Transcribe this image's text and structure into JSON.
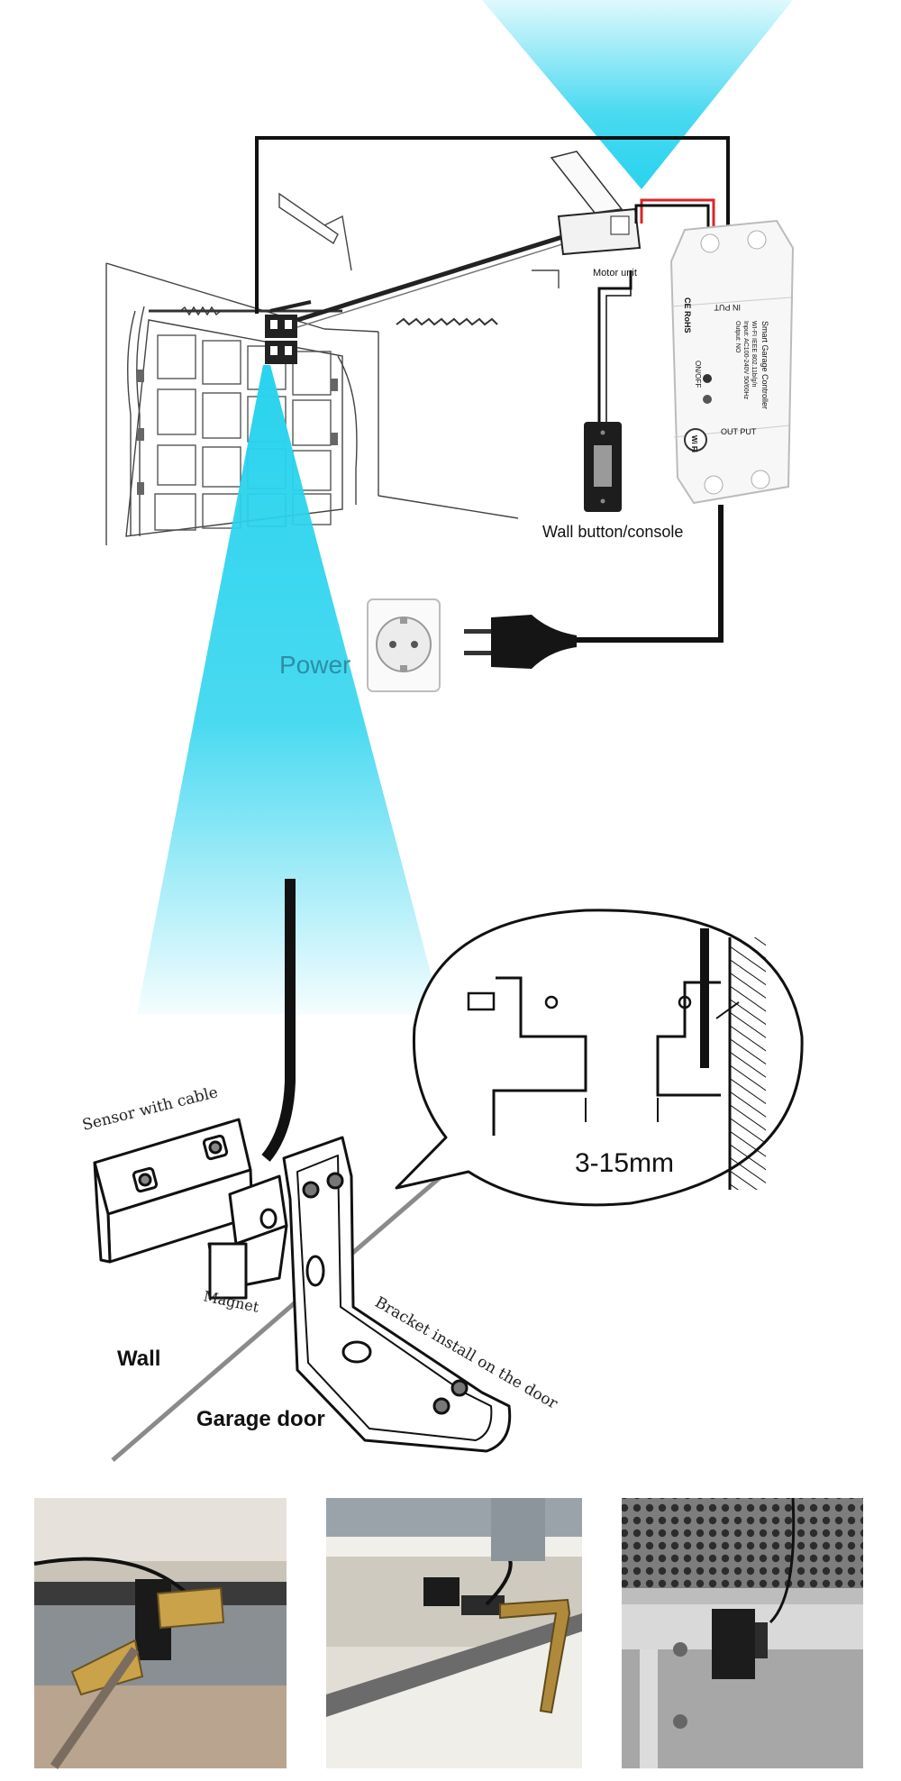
{
  "labels": {
    "motor_unit": "Motor unit",
    "wall_button": "Wall button/console",
    "power": "Power",
    "sensor_with_cable": "Sensor with cable",
    "magnet": "Magnet",
    "bracket": "Bracket install on the door",
    "wall": "Wall",
    "garage_door": "Garage door",
    "gap": "3-15mm"
  },
  "controller": {
    "title": "Smart Garage Controller",
    "spec_line_1": "WI-FI IEEE 802.11b/g/n",
    "spec_line_2": "Input: AC100-240V 50/60Hz",
    "spec_line_3": "Output: NO",
    "input_label": "IN PUT",
    "output_label": "OUT PUT",
    "onoff_label": "ON/OFF",
    "cert_label": "CE RoHS",
    "wifi_badge": "Wi Fi"
  },
  "colors": {
    "beam": "#29d3ee",
    "label_blue": "#2a8fa6",
    "wire_red": "#d8262b",
    "wire_black": "#111111"
  },
  "photos": [
    {
      "name": "sensor-photo-left"
    },
    {
      "name": "sensor-photo-middle"
    },
    {
      "name": "sensor-photo-right"
    }
  ]
}
